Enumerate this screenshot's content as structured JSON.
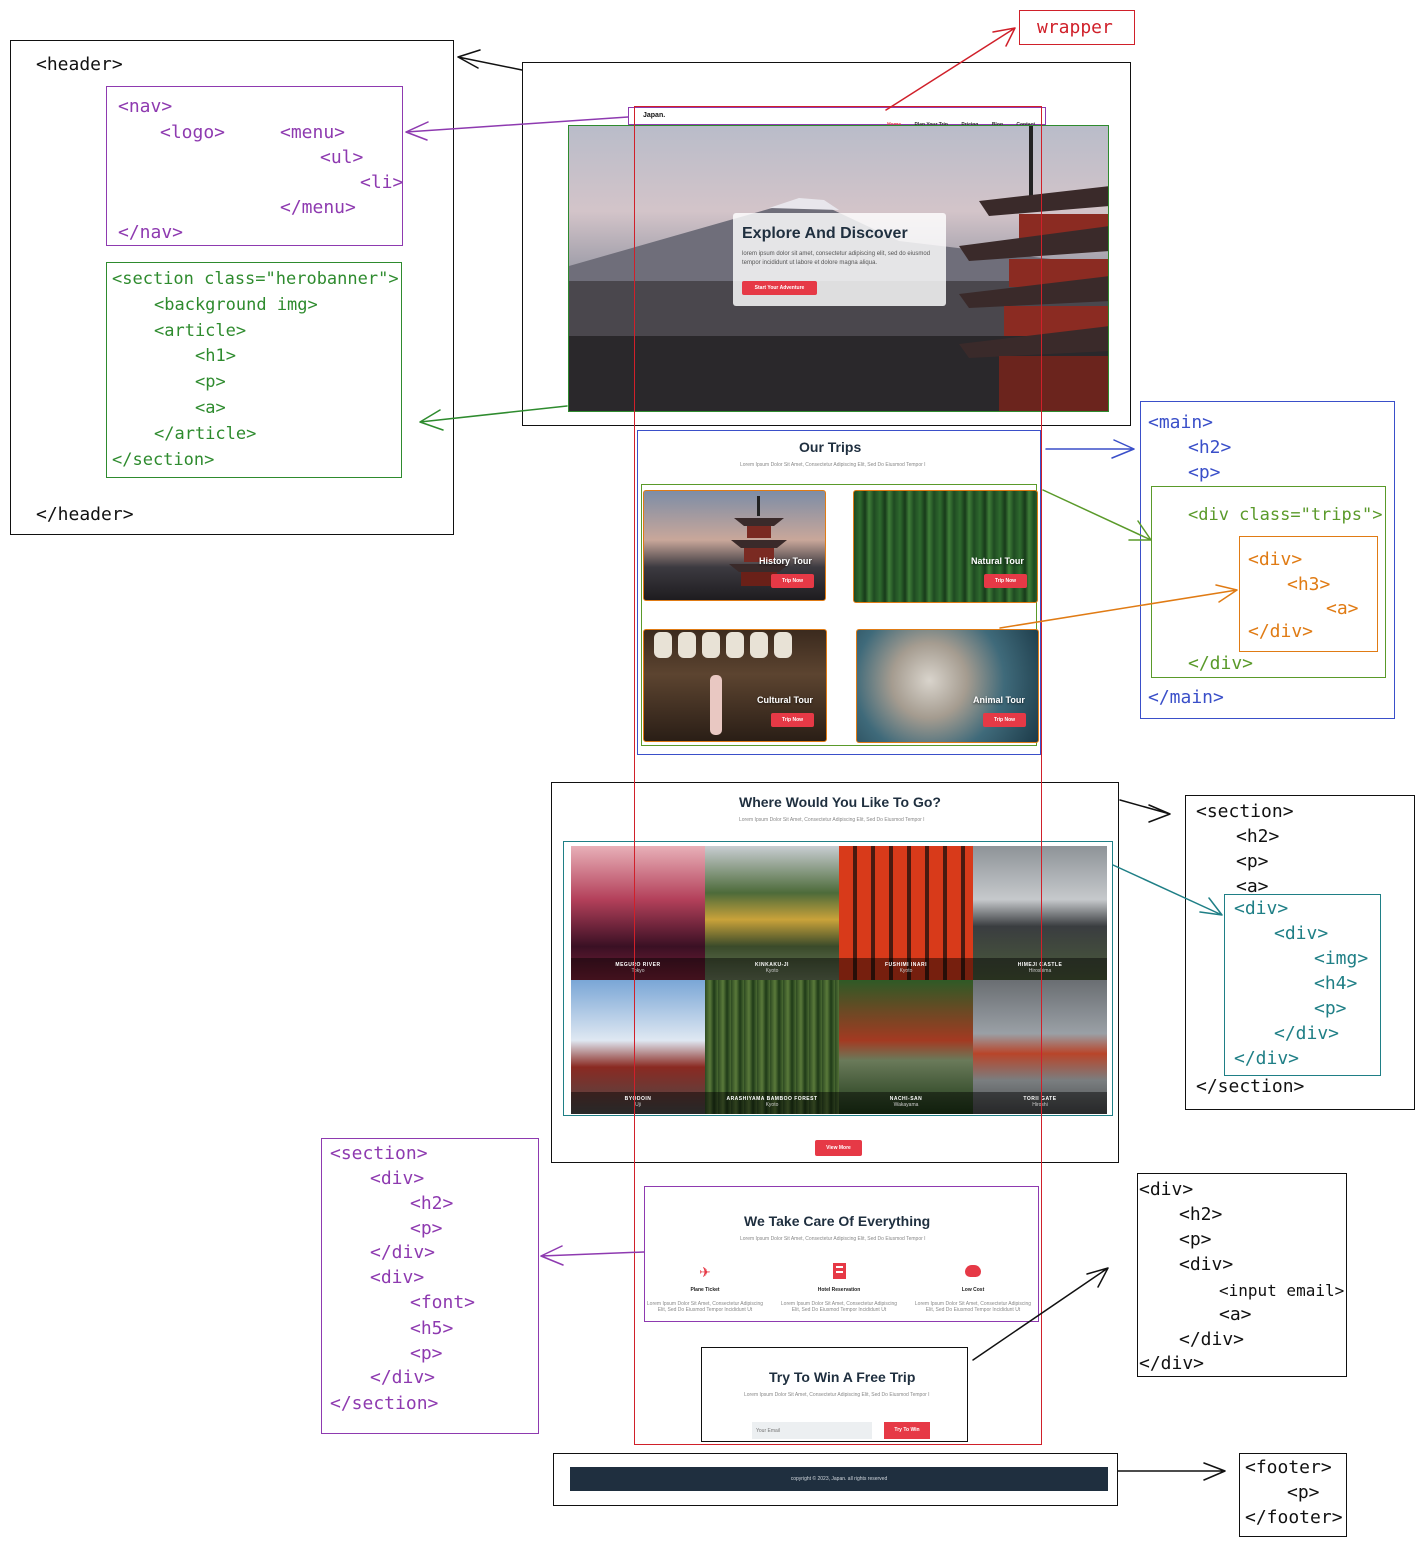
{
  "annotations": {
    "wrapper_label": "wrapper",
    "header_code": [
      "<header>",
      "</header>"
    ],
    "nav_code": [
      "<nav>",
      "<logo>",
      "<menu>",
      "<ul>",
      "<li>",
      "</menu>",
      "</nav>"
    ],
    "hero_code": [
      "<section class=\"herobanner\">",
      "<background img>",
      "<article>",
      "<h1>",
      "<p>",
      "<a>",
      "</article>",
      "</section>"
    ],
    "main_code": [
      "<main>",
      "<h2>",
      "<p>",
      "<div class=\"trips\">",
      "<div>",
      "<h3>",
      "<a>",
      "</div>",
      "</div>",
      "</main>"
    ],
    "destinations_code": [
      "<section>",
      "<h2>",
      "<p>",
      "<a>",
      "<div>",
      "<div>",
      "<img>",
      "<h4>",
      "<p>",
      "</div>",
      "</div>",
      "</section>"
    ],
    "services_code": [
      "<section>",
      "<div>",
      "<h2>",
      "<p>",
      "</div>",
      "<div>",
      "<font>",
      "<h5>",
      "<p>",
      "</div>",
      "</section>"
    ],
    "newsletter_code": [
      "<div>",
      "<h2>",
      "<p>",
      "<div>",
      "<input email>",
      "<a>",
      "</div>",
      "</div>"
    ],
    "footer_code": [
      "<footer>",
      "<p>",
      "</footer>"
    ]
  },
  "site": {
    "logo": "Japan.",
    "nav": [
      "Home",
      "Plan Your Trip",
      "Pricing",
      "Blog",
      "Contact"
    ],
    "hero": {
      "title": "Explore And Discover",
      "text": "lorem ipsum dolor sit amet, consectetur adipiscing elit, sed do eiusmod tempor incididunt ut labore et dolore magna aliqua.",
      "cta": "Start Your Adventure"
    },
    "trips": {
      "title": "Our Trips",
      "subtitle": "Lorem Ipsum Dolor Sit Amet, Consectetur Adipiscing Elit, Sed Do Eiusmod Tempor I",
      "cards": [
        {
          "title": "History Tour",
          "button": "Trip Now"
        },
        {
          "title": "Natural Tour",
          "button": "Trip Now"
        },
        {
          "title": "Cultural Tour",
          "button": "Trip Now"
        },
        {
          "title": "Animal Tour",
          "button": "Trip Now"
        }
      ]
    },
    "destinations": {
      "title": "Where Would You Like To Go?",
      "subtitle": "Lorem Ipsum Dolor Sit Amet, Consectetur Adipiscing Elit, Sed Do Eiusmod Tempor I",
      "tiles": [
        {
          "name": "MEGURO RIVER",
          "city": "Tokyo"
        },
        {
          "name": "KINKAKU-JI",
          "city": "Kyoto"
        },
        {
          "name": "FUSHIMI INARI",
          "city": "Kyoto"
        },
        {
          "name": "HIMEJI CASTLE",
          "city": "Hiroshima"
        },
        {
          "name": "BYODOIN",
          "city": "Uji"
        },
        {
          "name": "ARASHIYAMA BAMBOO FOREST",
          "city": "Kyoto"
        },
        {
          "name": "NACHI-SAN",
          "city": "Wakayama"
        },
        {
          "name": "TORII GATE",
          "city": "Hiroshi"
        }
      ],
      "more": "View More"
    },
    "services": {
      "title": "We Take Care Of Everything",
      "subtitle": "Lorem Ipsum Dolor Sit Amet, Consectetur Adipiscing Elit, Sed Do Eiusmod Tempor I",
      "items": [
        {
          "icon": "plane-icon",
          "title": "Plane Ticket",
          "text": "Lorem Ipsum Dolor Sit Amet, Consectetur Adipiscing Elit, Sed Do Eiusmod Tempor Incididunt Ut"
        },
        {
          "icon": "hotel-icon",
          "title": "Hotel Reservation",
          "text": "Lorem Ipsum Dolor Sit Amet, Consectetur Adipiscing Elit, Sed Do Eiusmod Tempor Incididunt Ut"
        },
        {
          "icon": "piggy-bank-icon",
          "title": "Low Cost",
          "text": "Lorem Ipsum Dolor Sit Amet, Consectetur Adipiscing Elit, Sed Do Eiusmod Tempor Incididunt Ut"
        }
      ]
    },
    "newsletter": {
      "title": "Try To Win A Free Trip",
      "subtitle": "Lorem Ipsum Dolor Sit Amet, Consectetur Adipiscing Elit, Sed Do Eiusmod Tempor I",
      "placeholder": "Your Email",
      "button": "Try To Win"
    },
    "footer": {
      "text": "copyright © 2023, Japan. all rights reserved"
    }
  },
  "colors": {
    "accent": "#e63946",
    "footer_bg": "#1f2f3f",
    "header_ann": "#000000",
    "nav_ann": "#8e3ab0",
    "hero_ann": "#2e8b2e",
    "main_ann": "#3a4fc9",
    "trips_ann": "#5a9a2a",
    "card_ann": "#e07b14",
    "dest_ann": "#1f7f86",
    "services_ann": "#8e3ab0",
    "wrapper_ann": "#d0202a"
  }
}
